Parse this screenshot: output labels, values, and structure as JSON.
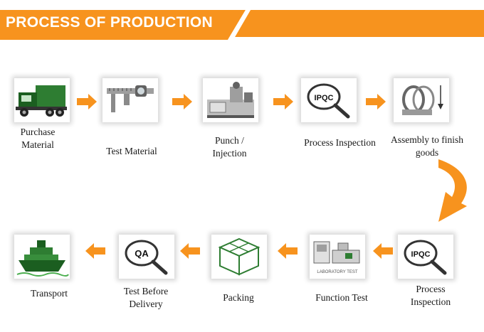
{
  "header": {
    "title": "PROCESS OF PRODUCTION",
    "accent": "#f7931e"
  },
  "steps": [
    {
      "label": "Purchase\nMaterial",
      "icon": "truck-icon"
    },
    {
      "label": "Test Material",
      "icon": "caliper-icon"
    },
    {
      "label": "Punch /\nInjection",
      "icon": "machine-icon"
    },
    {
      "label": "Process Inspection",
      "icon": "magnifier-icon",
      "badge": "IPQC"
    },
    {
      "label": "Assembly to finish\ngoods",
      "icon": "assembly-icon"
    },
    {
      "label": "Process\nInspection",
      "icon": "magnifier-icon",
      "badge": "IPQC"
    },
    {
      "label": "Function Test",
      "icon": "lab-icon",
      "caption": "LABORATORY TEST"
    },
    {
      "label": "Packing",
      "icon": "box-icon"
    },
    {
      "label": "Test Before\nDelivery",
      "icon": "magnifier-icon",
      "badge": "QA"
    },
    {
      "label": "Transport",
      "icon": "ship-icon"
    }
  ]
}
